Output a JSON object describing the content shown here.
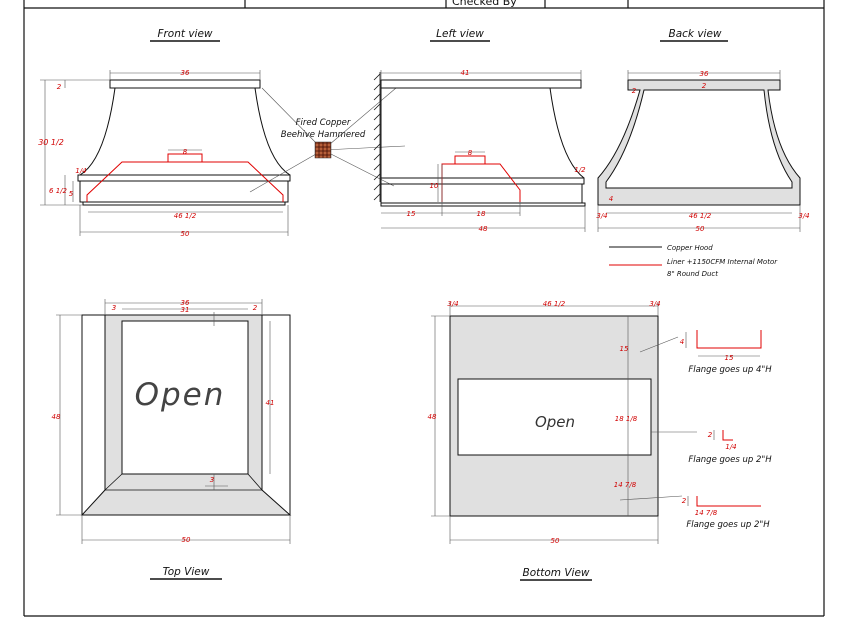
{
  "title_block": {
    "label": "Checked By"
  },
  "views": {
    "front": "Front view",
    "left": "Left view",
    "back": "Back view",
    "top": "Top View",
    "bottom": "Bottom View"
  },
  "callout": {
    "line1": "Fired Copper",
    "line2": "Beehive Hammered"
  },
  "legend": {
    "items": [
      {
        "label": "Copper Hood",
        "color": "#111111"
      },
      {
        "label": "Liner +1150CFM Internal Motor",
        "color": "#e00000"
      },
      {
        "label": "8\" Round Duct",
        "color": ""
      }
    ]
  },
  "open_labels": {
    "top": "Open",
    "bottom": "Open"
  },
  "flange_notes": {
    "top": "Flange goes up 4\"H",
    "middle": "Flange goes up 2\"H",
    "bottom": "Flange goes up 2\"H"
  },
  "colors": {
    "dimension": "#d10000",
    "panel_fill": "#e0e0e0",
    "liner": "#e00000",
    "line": "#111111"
  },
  "dimensions": {
    "front": {
      "top_width": "36",
      "height": "30 1/2",
      "top_band": "2",
      "duct": "8",
      "band": "1/4",
      "lower": "6 1/2",
      "skirt": "5",
      "liner_width": "46 1/2",
      "base_width": "50"
    },
    "left": {
      "top_width": "41",
      "duct": "8",
      "band": "1/2",
      "liner_h": "10",
      "front_offset": "15",
      "liner_depth": "18",
      "depth": "48"
    },
    "back": {
      "top_width": "36",
      "top_band": "2",
      "left_wall": "2",
      "side_left": "3/4",
      "inner_width": "46 1/2",
      "side_right": "3/4",
      "base_width": "50",
      "rail": "4"
    },
    "top": {
      "left_margin": "3",
      "outer_top": "36",
      "inner_top": "31",
      "right_margin": "2",
      "depth": "48",
      "inner_depth": "41",
      "bottom_band": "3",
      "width": "50"
    },
    "bottom": {
      "left_margin": "3/4",
      "inner_width": "46 1/2",
      "right_margin": "3/4",
      "depth": "48",
      "upper": "15",
      "open": "18 1/8",
      "lower": "14 7/8",
      "width": "50"
    },
    "flanges": {
      "top_h": "4",
      "top_w": "15",
      "mid_h": "2",
      "mid_w": "1/4",
      "bot_h": "2",
      "bot_w": "14 7/8"
    }
  }
}
